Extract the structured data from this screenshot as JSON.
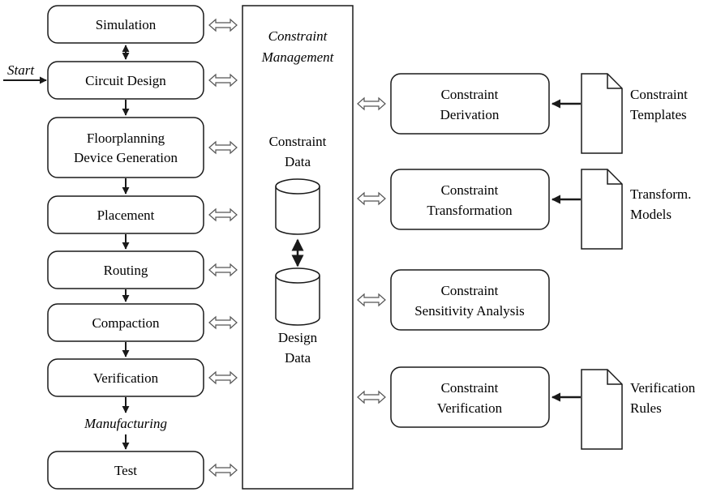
{
  "flow_stages": [
    {
      "label": "Simulation"
    },
    {
      "label": "Circuit Design"
    },
    {
      "label": "Floorplanning",
      "label2": "Device Generation"
    },
    {
      "label": "Placement"
    },
    {
      "label": "Routing"
    },
    {
      "label": "Compaction"
    },
    {
      "label": "Verification"
    },
    {
      "label": "Test"
    }
  ],
  "start_label": "Start",
  "manufacturing_label": "Manufacturing",
  "management": {
    "title_line1": "Constraint",
    "title_line2": "Management",
    "constraint_data_line1": "Constraint",
    "constraint_data_line2": "Data",
    "design_data_line1": "Design",
    "design_data_line2": "Data"
  },
  "tools": [
    {
      "line1": "Constraint",
      "line2": "Derivation",
      "doc_line1": "Constraint",
      "doc_line2": "Templates"
    },
    {
      "line1": "Constraint",
      "line2": "Transformation",
      "doc_line1": "Transform.",
      "doc_line2": "Models"
    },
    {
      "line1": "Constraint",
      "line2": "Sensitivity Analysis"
    },
    {
      "line1": "Constraint",
      "line2": "Verification",
      "doc_line1": "Verification",
      "doc_line2": "Rules"
    }
  ]
}
